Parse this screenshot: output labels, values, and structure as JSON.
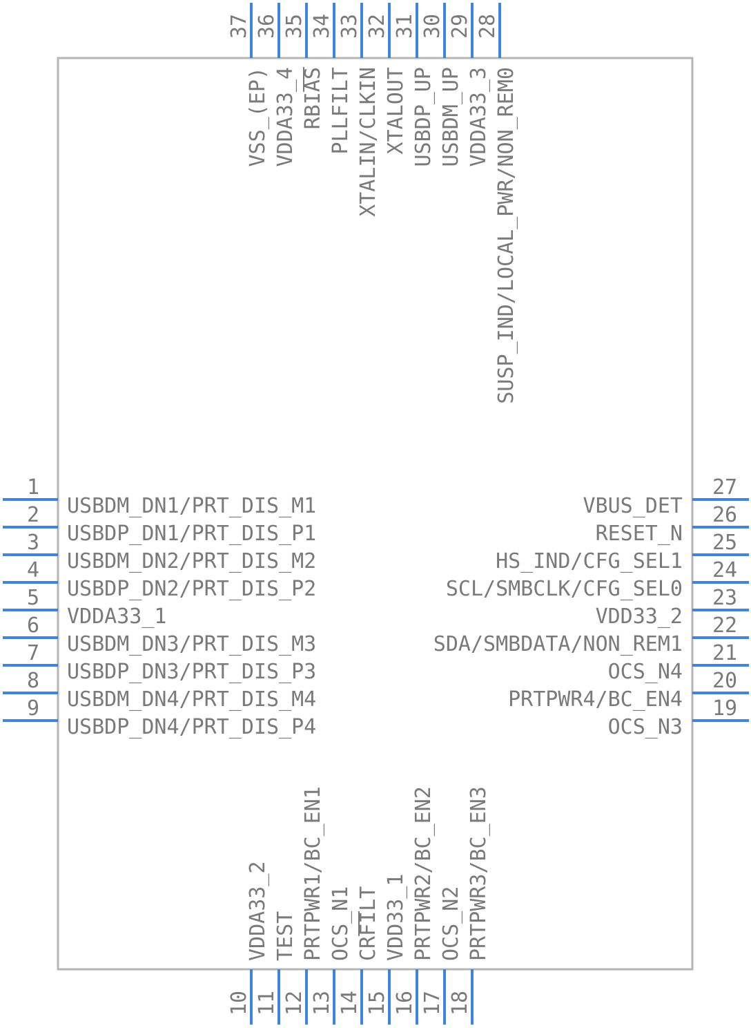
{
  "component": {
    "colors": {
      "body_outline": "#b5b5b5",
      "pin": "#3f84e0",
      "text": "#7a7a7a",
      "background": "#ffffff"
    },
    "pins_left": [
      {
        "number": "1",
        "name": "USBDM_DN1/PRT_DIS_M1"
      },
      {
        "number": "2",
        "name": "USBDP_DN1/PRT_DIS_P1"
      },
      {
        "number": "3",
        "name": "USBDM_DN2/PRT_DIS_M2"
      },
      {
        "number": "4",
        "name": "USBDP_DN2/PRT_DIS_P2"
      },
      {
        "number": "5",
        "name": "VDDA33_1"
      },
      {
        "number": "6",
        "name": "USBDM_DN3/PRT_DIS_M3"
      },
      {
        "number": "7",
        "name": "USBDP_DN3/PRT_DIS_P3"
      },
      {
        "number": "8",
        "name": "USBDM_DN4/PRT_DIS_M4"
      },
      {
        "number": "9",
        "name": "USBDP_DN4/PRT_DIS_P4"
      }
    ],
    "pins_right": [
      {
        "number": "27",
        "name": "VBUS_DET"
      },
      {
        "number": "26",
        "name": "RESET_N"
      },
      {
        "number": "25",
        "name": "HS_IND/CFG_SEL1"
      },
      {
        "number": "24",
        "name": "SCL/SMBCLK/CFG_SEL0"
      },
      {
        "number": "23",
        "name": "VDD33_2"
      },
      {
        "number": "22",
        "name": "SDA/SMBDATA/NON_REM1"
      },
      {
        "number": "21",
        "name": "OCS_N4"
      },
      {
        "number": "20",
        "name": "PRTPWR4/BC_EN4"
      },
      {
        "number": "19",
        "name": "OCS_N3"
      }
    ],
    "pins_top": [
      {
        "number": "37",
        "name": "VSS_(EP)"
      },
      {
        "number": "36",
        "name": "VDDA33_4"
      },
      {
        "number": "35",
        "name": "RBIAS"
      },
      {
        "number": "34",
        "name": "PLLFILT"
      },
      {
        "number": "33",
        "name": "XTALIN/CLKIN"
      },
      {
        "number": "32",
        "name": "XTALOUT"
      },
      {
        "number": "31",
        "name": "USBDP_UP"
      },
      {
        "number": "30",
        "name": "USBDM_UP"
      },
      {
        "number": "29",
        "name": "VDDA33_3"
      },
      {
        "number": "28",
        "name": "SUSP_IND/LOCAL_PWR/NON_REM0"
      }
    ],
    "pins_bottom": [
      {
        "number": "10",
        "name": "VDDA33_2"
      },
      {
        "number": "11",
        "name": "TEST"
      },
      {
        "number": "12",
        "name": "PRTPWR1/BC_EN1"
      },
      {
        "number": "13",
        "name": "OCS_N1"
      },
      {
        "number": "14",
        "name": "CRFILT"
      },
      {
        "number": "15",
        "name": "VDD33_1"
      },
      {
        "number": "16",
        "name": "PRTPWR2/BC_EN2"
      },
      {
        "number": "17",
        "name": "OCS_N2"
      },
      {
        "number": "18",
        "name": "PRTPWR3/BC_EN3"
      }
    ]
  }
}
